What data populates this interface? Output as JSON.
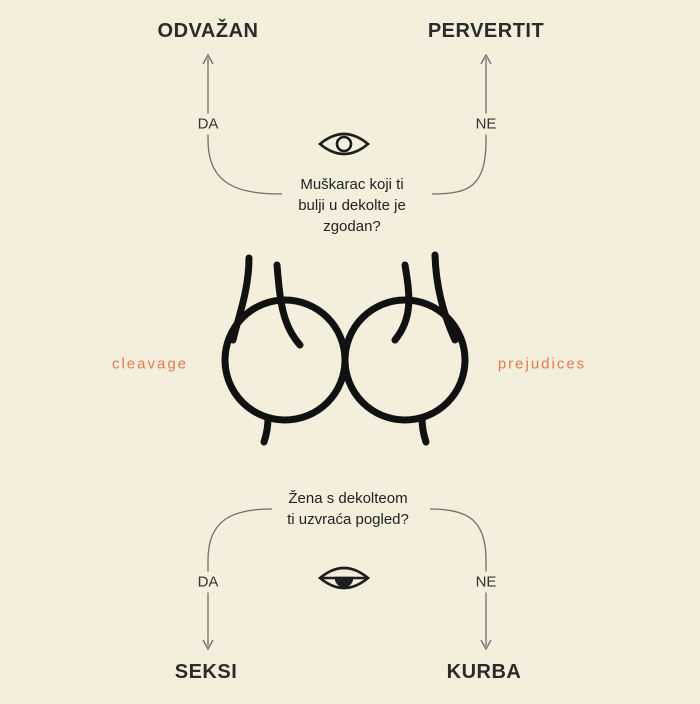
{
  "top": {
    "question": [
      "Muškarac koji ti",
      "bulji u dekolte je",
      "zgodan?"
    ],
    "yes_label": "DA",
    "no_label": "NE",
    "yes_outcome": "ODVAŽAN",
    "no_outcome": "PERVERTIT"
  },
  "middle": {
    "left_word": "cleavage",
    "right_word": "prejudices"
  },
  "bottom": {
    "question": [
      "Žena s dekolteom",
      "ti uzvraća pogled?"
    ],
    "yes_label": "DA",
    "no_label": "NE",
    "yes_outcome": "SEKSI",
    "no_outcome": "KURBA"
  },
  "icons": {
    "top_eye": "open-eye-icon",
    "bottom_eye": "half-closed-eye-icon"
  },
  "colors": {
    "background": "#f3efdc",
    "ink": "#1e1e1e",
    "accent": "#e07a4f",
    "line": "#6f6f6f"
  }
}
